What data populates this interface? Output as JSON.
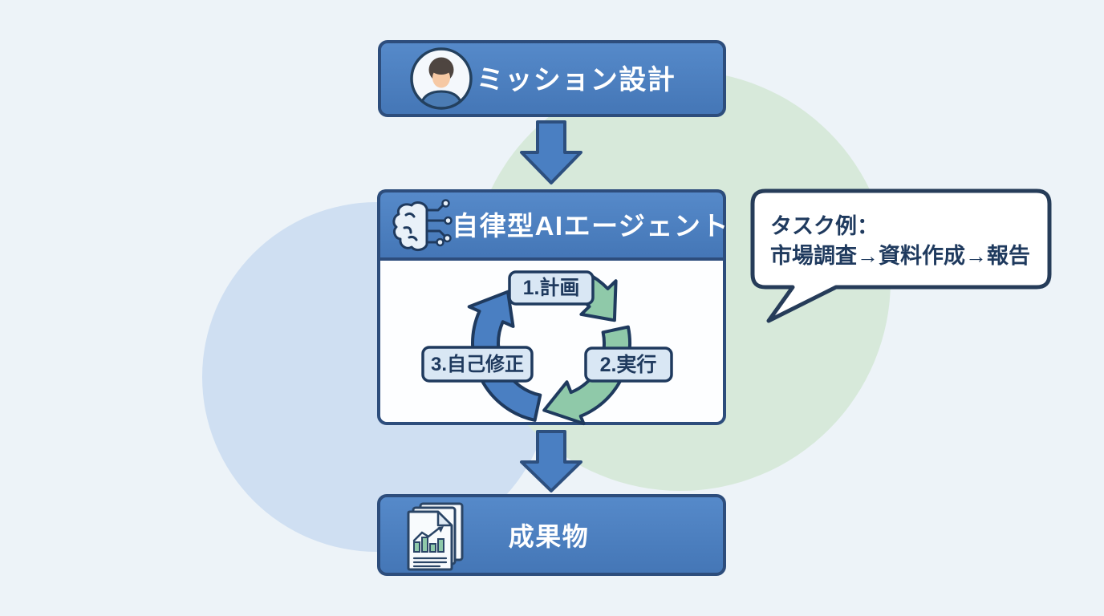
{
  "diagram": {
    "mission": {
      "label": "ミッション設計",
      "icon": "user-avatar"
    },
    "agent": {
      "label": "自律型AIエージェント",
      "icon": "ai-brain"
    },
    "deliverable": {
      "label": "成果物",
      "icon": "report-documents"
    },
    "cycle_steps": [
      {
        "label": "1.計画"
      },
      {
        "label": "2.実行"
      },
      {
        "label": "3.自己修正"
      }
    ],
    "callout": {
      "line1": "タスク例：",
      "line2": "市場調査→資料作成→報告"
    }
  },
  "colors": {
    "background": "#edf3f8",
    "decor_blue": "#cfdff2",
    "decor_green": "#d7e9da",
    "node_blue": "#4b7fc0",
    "node_border": "#2d4d7c",
    "cycle_green": "#8fc9a9",
    "cycle_blue": "#4a7fc2",
    "chip_fill": "#d9e7f4",
    "text_navy": "#1f3a5e",
    "callout_bg": "#ffffff"
  }
}
